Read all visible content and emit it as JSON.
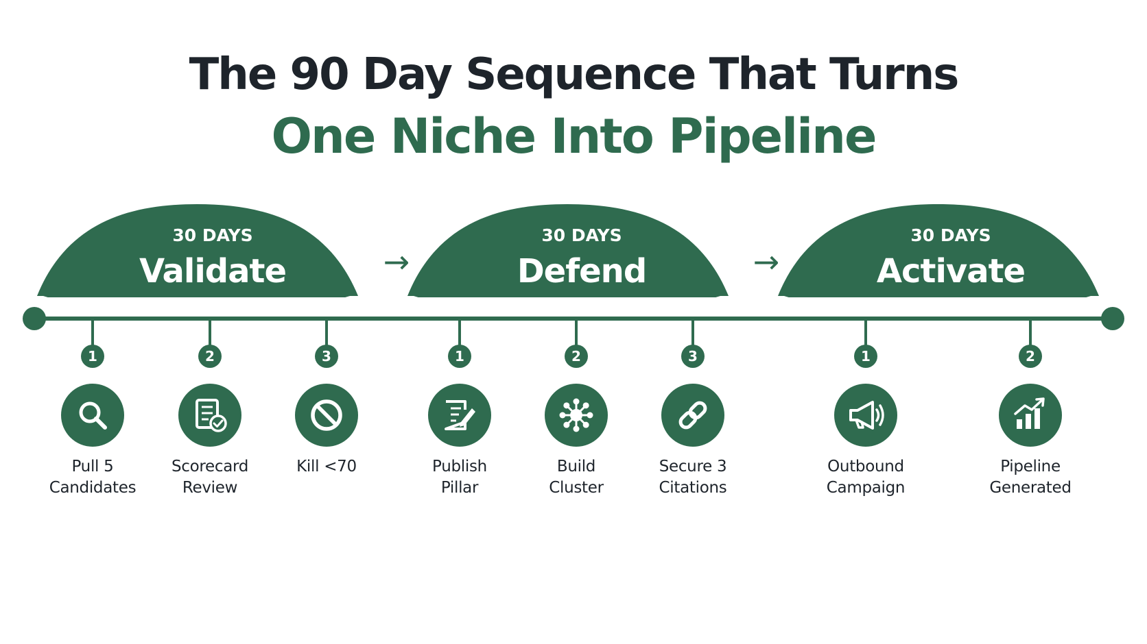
{
  "header": {
    "title_line1": "The 90 Day Sequence That Turns",
    "title_line2": "One Niche Into Pipeline"
  },
  "colors": {
    "accent": "#2f6b4f",
    "text_dark": "#1e242b",
    "background": "#ffffff"
  },
  "arrow_glyph": "→",
  "phases": [
    {
      "duration": "30 DAYS",
      "name": "Validate",
      "steps": [
        {
          "number": "1",
          "icon": "magnifier-icon",
          "label_line1": "Pull 5",
          "label_line2": "Candidates"
        },
        {
          "number": "2",
          "icon": "scorecard-check-icon",
          "label_line1": "Scorecard",
          "label_line2": "Review"
        },
        {
          "number": "3",
          "icon": "prohibited-icon",
          "label_line1": "Kill <70",
          "label_line2": ""
        }
      ]
    },
    {
      "duration": "30 DAYS",
      "name": "Defend",
      "steps": [
        {
          "number": "1",
          "icon": "document-pen-icon",
          "label_line1": "Publish",
          "label_line2": "Pillar"
        },
        {
          "number": "2",
          "icon": "hub-network-icon",
          "label_line1": "Build",
          "label_line2": "Cluster"
        },
        {
          "number": "3",
          "icon": "chain-link-icon",
          "label_line1": "Secure 3",
          "label_line2": "Citations"
        }
      ]
    },
    {
      "duration": "30 DAYS",
      "name": "Activate",
      "steps": [
        {
          "number": "1",
          "icon": "megaphone-icon",
          "label_line1": "Outbound",
          "label_line2": "Campaign"
        },
        {
          "number": "2",
          "icon": "growth-chart-icon",
          "label_line1": "Pipeline",
          "label_line2": "Generated"
        }
      ]
    }
  ]
}
